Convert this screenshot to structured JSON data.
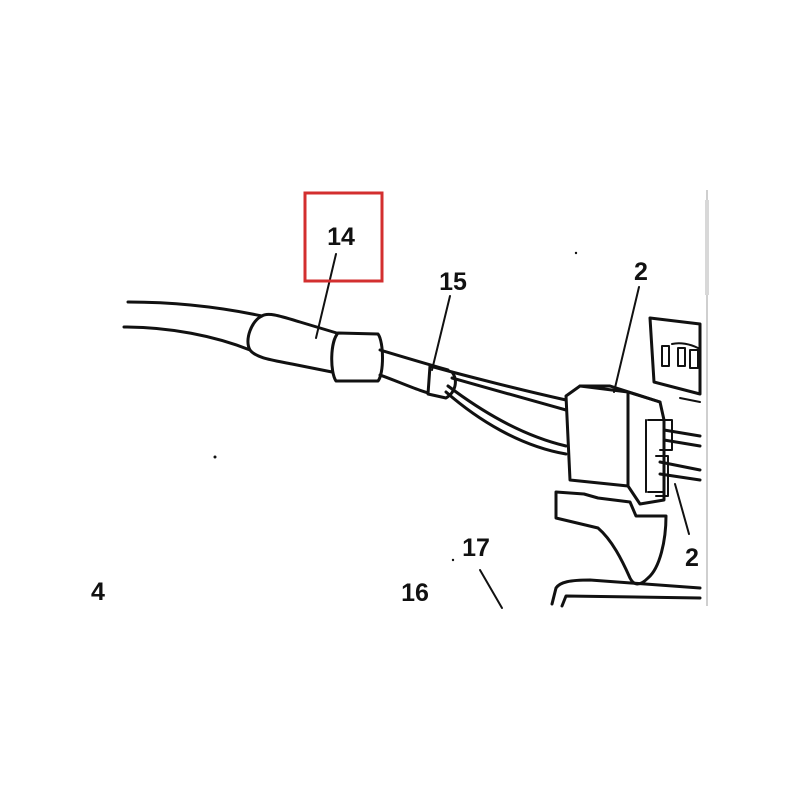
{
  "labels": {
    "part_14": "14",
    "part_15": "15",
    "part_2_top": "2",
    "part_2_side": "2",
    "part_17": "17",
    "part_16": "16",
    "part_4": "4"
  },
  "highlight": {
    "color": "#d32f2f",
    "target": "14"
  }
}
